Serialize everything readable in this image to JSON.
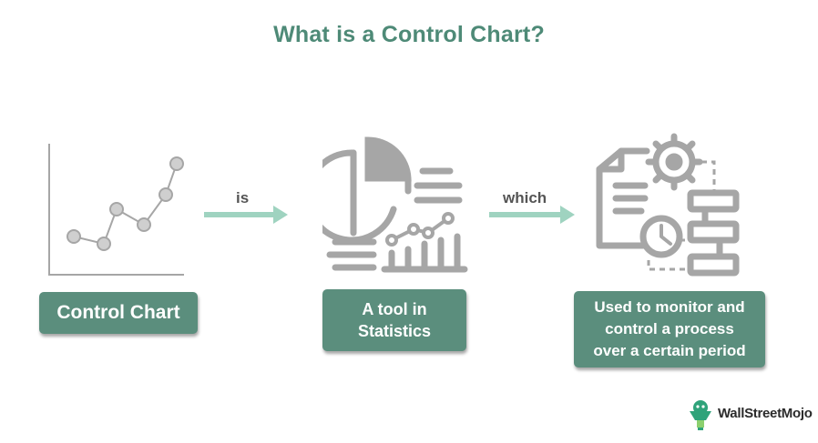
{
  "title": "What is a Control Chart?",
  "steps": [
    {
      "label": "Control Chart"
    },
    {
      "label": "A tool in Statistics",
      "lines": [
        "A tool in",
        "Statistics"
      ]
    },
    {
      "label": "Used to monitor and control a process over a certain period",
      "lines": [
        "Used to monitor and",
        "control a process",
        "over a certain period"
      ]
    }
  ],
  "connectors": [
    "is",
    "which"
  ],
  "icons": [
    "line-chart-icon",
    "statistics-icon",
    "process-monitor-icon"
  ],
  "brand": {
    "name": "WallStreetMojo"
  },
  "colors": {
    "title": "#4e8a77",
    "card": "#5b8e7d",
    "arrow": "#9fd3c0",
    "icon_gray": "#a6a6a6",
    "logo_green": "#2fa37a"
  }
}
